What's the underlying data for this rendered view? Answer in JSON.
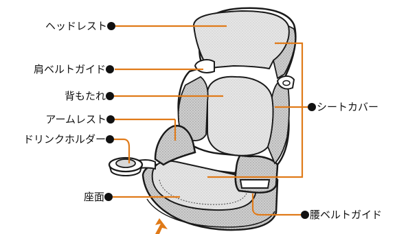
{
  "colors": {
    "leader": "#e07a18",
    "outline": "#1a1a1a",
    "dot": "#111111",
    "fabric_dark": "#b8b8b8",
    "fabric_light": "#e4e4e4",
    "shell": "#ffffff"
  },
  "labels": {
    "headrest": "ヘッドレスト",
    "shoulder_belt_guide": "肩ベルトガイド",
    "backrest": "背もたれ",
    "armrest": "アームレスト",
    "drink_holder": "ドリンクホルダー",
    "seat_cushion": "座面",
    "seat_cover": "シートカバー",
    "lap_belt_guide": "腰ベルトガイド"
  }
}
